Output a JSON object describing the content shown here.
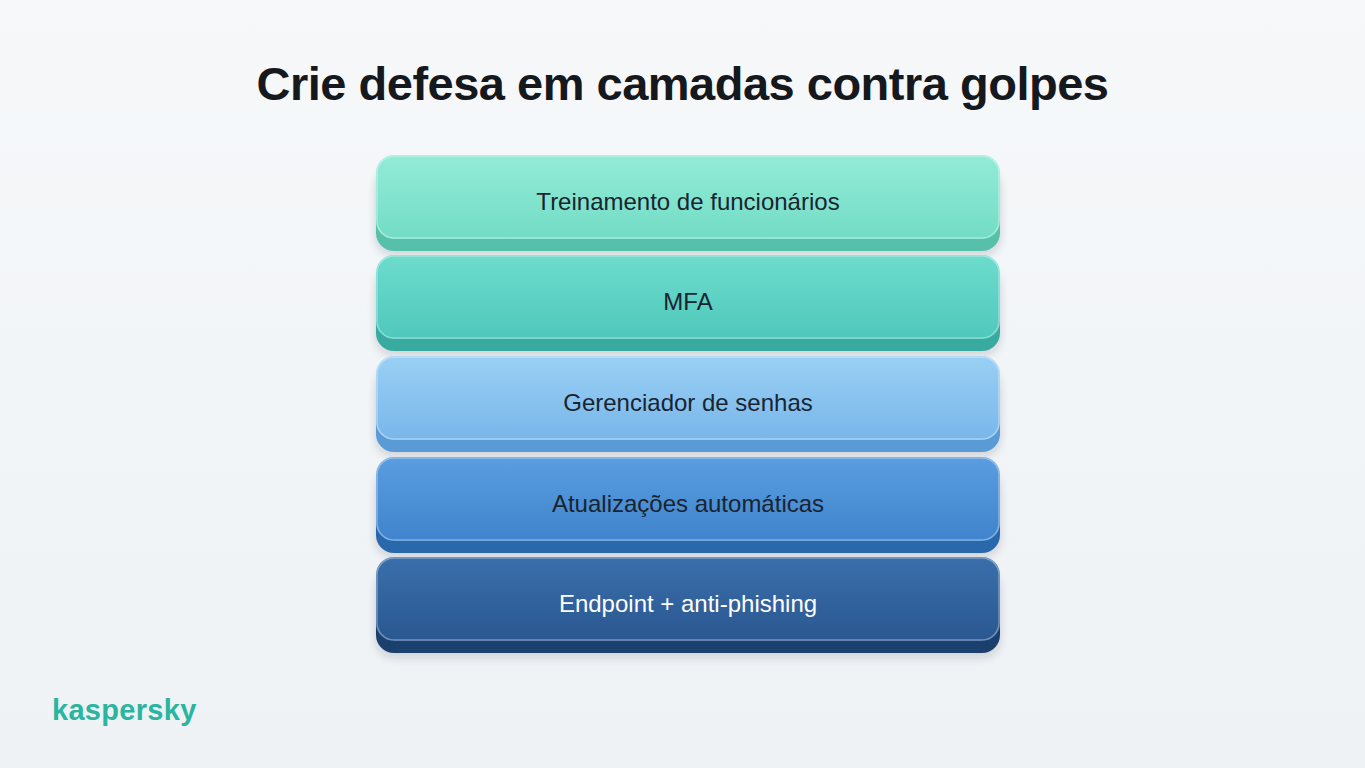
{
  "diagram": {
    "title": "Crie defesa em camadas contra golpes",
    "nodes": [
      {
        "text": [
          "Treinamento de funcionários"
        ]
      },
      {
        "text": [
          "MFA"
        ]
      },
      {
        "text": [
          "Gerenciador de senhas"
        ]
      },
      {
        "text": [
          "Atualizações automáticas"
        ]
      },
      {
        "text": [
          "Endpoint + anti-phishing"
        ]
      }
    ],
    "labels": [
      "kaspersky"
    ]
  }
}
